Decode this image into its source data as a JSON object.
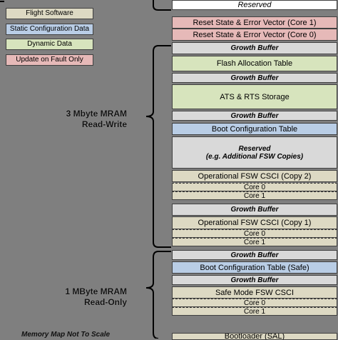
{
  "colors": {
    "flight_software": "#ddd9c3",
    "static_configuration_data": "#b9cde5",
    "dynamic_data": "#d7e4bd",
    "update_on_fault": "#e6b9b8",
    "growth_buffer": "#d9d9d9",
    "reserved": "#ffffff",
    "background": "#7f7f7f"
  },
  "legend": [
    {
      "label": "Flight Software",
      "color": "flight_software"
    },
    {
      "label": "Static Configuration Data",
      "color": "static_configuration_data"
    },
    {
      "label": "Dynamic Data",
      "color": "dynamic_data"
    },
    {
      "label": "Update on Fault Only",
      "color": "update_on_fault"
    }
  ],
  "side_labels": {
    "rw_line1": "3 Mbyte MRAM",
    "rw_line2": "Read-Write",
    "ro_line1": "1 MByte MRAM",
    "ro_line2": "Read-Only"
  },
  "footnote": "Memory Map Not To Scale",
  "memory_blocks": [
    {
      "label": "Reserved",
      "kind": "reserved"
    },
    {
      "label": "Reset State & Error Vector (Core 1)",
      "kind": "update_on_fault"
    },
    {
      "label": "Reset State & Error Vector (Core 0)",
      "kind": "update_on_fault"
    },
    {
      "label": "Growth Buffer",
      "kind": "growth"
    },
    {
      "label": "Flash Allocation Table",
      "kind": "dynamic"
    },
    {
      "label": "Growth Buffer",
      "kind": "growth"
    },
    {
      "label": "ATS & RTS Storage",
      "kind": "dynamic"
    },
    {
      "label": "Growth Buffer",
      "kind": "growth"
    },
    {
      "label": "Boot Configuration Table",
      "kind": "static"
    },
    {
      "label": "Reserved",
      "label2": "(e.g. Additional FSW Copies)",
      "kind": "reserved_gray"
    },
    {
      "label": "Operational FSW CSCI (Copy 2)",
      "kind": "fsw"
    },
    {
      "label": "Core 0",
      "kind": "fsw_sub"
    },
    {
      "label": "Core 1",
      "kind": "fsw_sub"
    },
    {
      "label": "Growth Buffer",
      "kind": "growth"
    },
    {
      "label": "Operational FSW CSCI (Copy 1)",
      "kind": "fsw"
    },
    {
      "label": "Core 0",
      "kind": "fsw_sub"
    },
    {
      "label": "Core 1",
      "kind": "fsw_sub"
    },
    {
      "label": "Growth Buffer",
      "kind": "growth"
    },
    {
      "label": "Boot Configuration Table (Safe)",
      "kind": "static"
    },
    {
      "label": "Growth Buffer",
      "kind": "growth"
    },
    {
      "label": "Safe Mode FSW CSCI",
      "kind": "fsw"
    },
    {
      "label": "Core 0",
      "kind": "fsw_sub"
    },
    {
      "label": "Core 1",
      "kind": "fsw_sub"
    },
    {
      "label": "Bootloader (SAL)",
      "kind": "fsw"
    }
  ]
}
